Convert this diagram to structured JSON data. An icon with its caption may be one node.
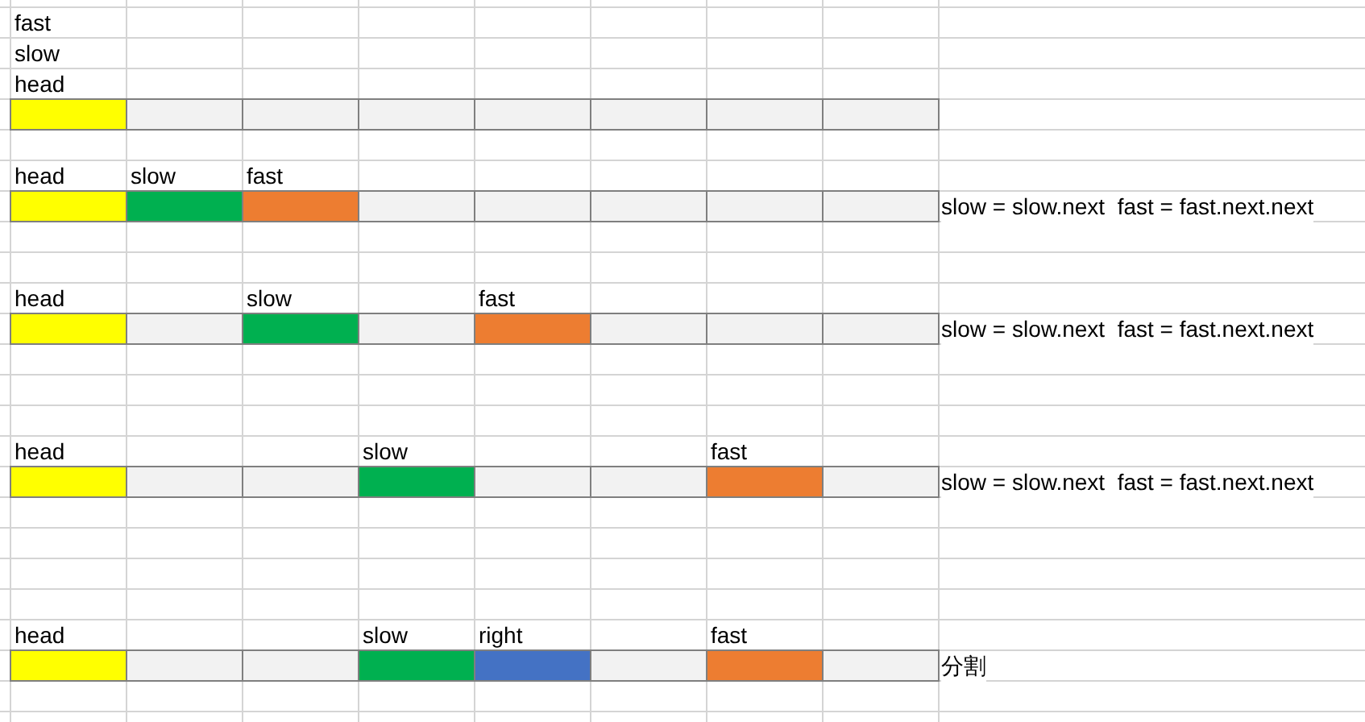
{
  "diagram": {
    "nodes": [
      {
        "text": [
          "fast",
          "slow",
          "head"
        ]
      },
      {
        "text": [],
        "shape": "box"
      },
      {
        "text": [],
        "shape": "box"
      },
      {
        "text": [],
        "shape": "box"
      },
      {
        "text": [],
        "shape": "box"
      },
      {
        "text": [],
        "shape": "box"
      },
      {
        "text": [],
        "shape": "box"
      },
      {
        "text": [],
        "shape": "box"
      },
      {
        "text": [
          "head"
        ]
      },
      {
        "text": [
          "slow"
        ]
      },
      {
        "text": [
          "fast"
        ]
      },
      {
        "text": [],
        "shape": "box"
      },
      {
        "text": [],
        "shape": "box"
      },
      {
        "text": [],
        "shape": "box"
      },
      {
        "text": [],
        "shape": "box"
      },
      {
        "text": [],
        "shape": "box"
      },
      {
        "text": [
          "head"
        ]
      },
      {
        "text": [],
        "shape": "box"
      },
      {
        "text": [
          "slow"
        ]
      },
      {
        "text": [],
        "shape": "box"
      },
      {
        "text": [
          "fast"
        ]
      },
      {
        "text": [],
        "shape": "box"
      },
      {
        "text": [],
        "shape": "box"
      },
      {
        "text": [],
        "shape": "box"
      },
      {
        "text": [
          "head"
        ]
      },
      {
        "text": [],
        "shape": "box"
      },
      {
        "text": [],
        "shape": "box"
      },
      {
        "text": [
          "slow"
        ]
      },
      {
        "text": [],
        "shape": "box"
      },
      {
        "text": [],
        "shape": "box"
      },
      {
        "text": [
          "fast"
        ]
      },
      {
        "text": [],
        "shape": "box"
      },
      {
        "text": [
          "head"
        ]
      },
      {
        "text": [],
        "shape": "box"
      },
      {
        "text": [],
        "shape": "box"
      },
      {
        "text": [
          "slow"
        ]
      },
      {
        "text": [
          "right"
        ]
      },
      {
        "text": [],
        "shape": "box"
      },
      {
        "text": [
          "fast"
        ]
      },
      {
        "text": [],
        "shape": "box"
      }
    ],
    "labels": [
      "slow = slow.next  fast = fast.next.next",
      "slow = slow.next  fast = fast.next.next",
      "slow = slow.next  fast = fast.next.next",
      "分割"
    ]
  }
}
